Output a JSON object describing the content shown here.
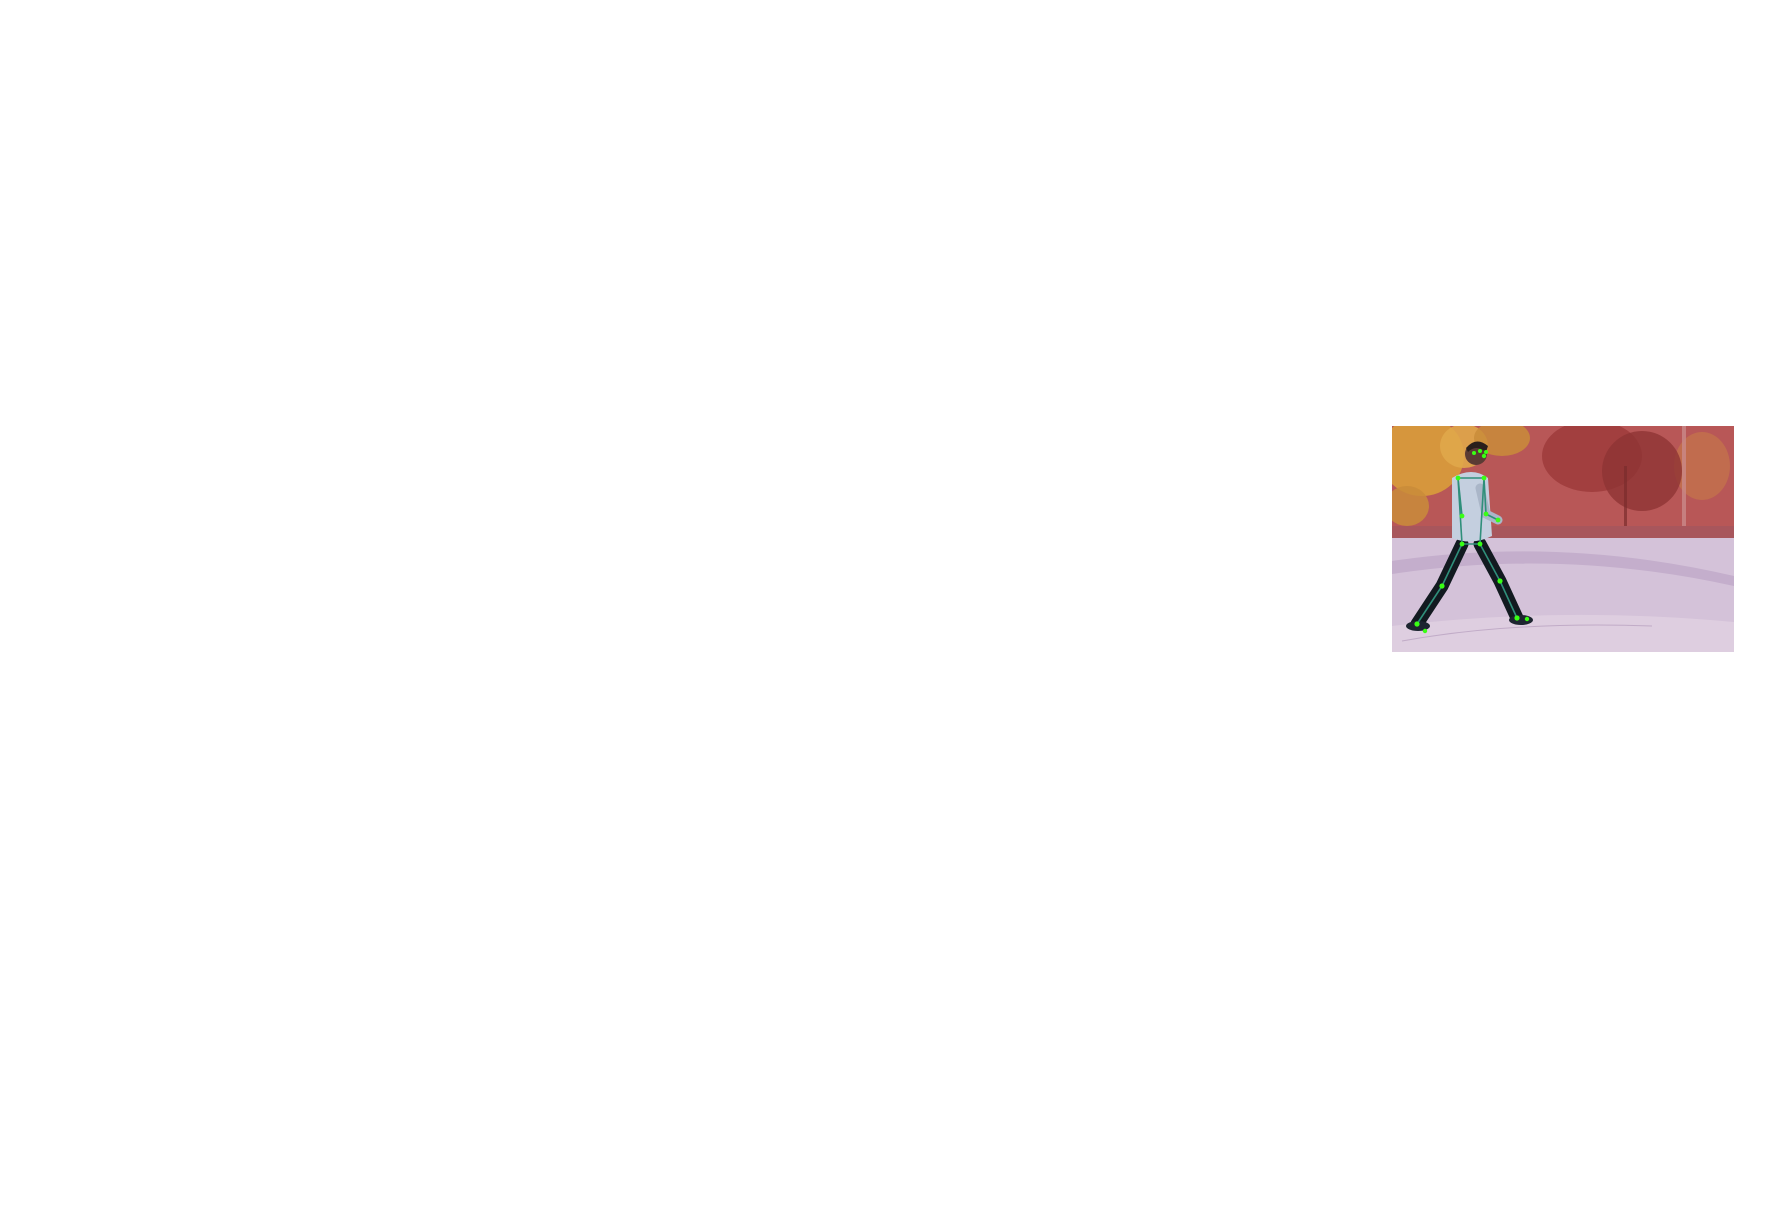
{
  "image": {
    "subject": "person-walking",
    "overlays": [
      "segmentation-mask",
      "pose-skeleton"
    ],
    "colors": {
      "page_background": "#ffffff",
      "background_mask": "#b04a4a",
      "ground": "#d7c3d8",
      "foliage": "#d79a3c",
      "pose_keypoints": "#39ff14",
      "pose_limbs": "#2f8f7a"
    }
  }
}
